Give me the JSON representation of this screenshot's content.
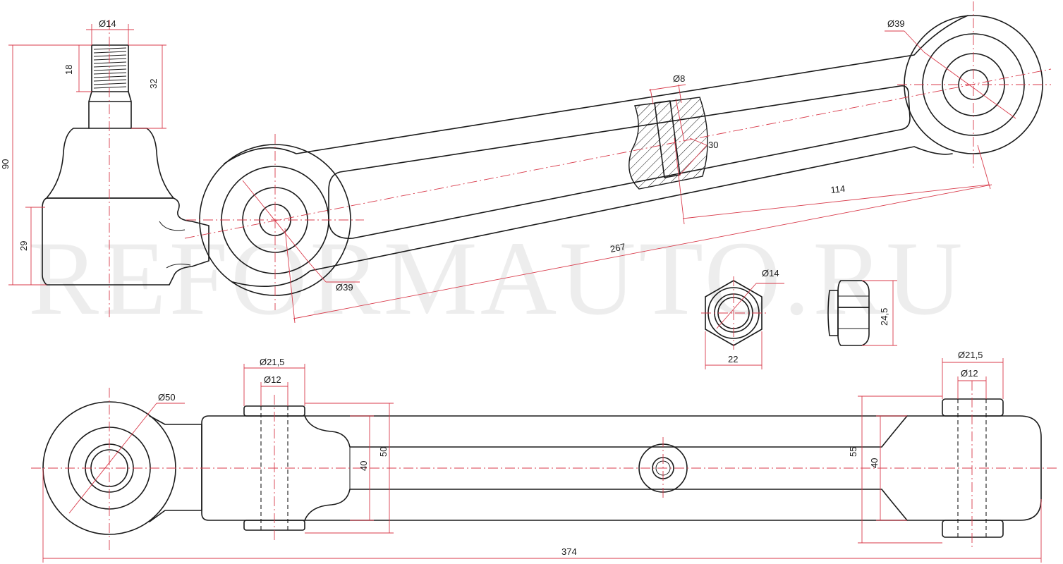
{
  "watermark": "REFORMAUTO.RU",
  "colors": {
    "outline": "#1a1a1a",
    "dimension": "#d83a4a",
    "background": "#ffffff"
  },
  "dimensions": {
    "stud_diameter": "Ø14",
    "thread_length": "18",
    "stud_height": "32",
    "total_height": "90",
    "housing_height": "29",
    "bushing_left_diameter": "Ø39",
    "bushing_right_diameter": "Ø39",
    "hole_diameter": "Ø8",
    "section_width": "30",
    "hole_to_bushing": "114",
    "arm_length": "267",
    "nut_hole_diameter": "Ø14",
    "nut_width": "22",
    "nut_height": "24,5",
    "eye_diameter": "Ø50",
    "mid_outer_diameter": "Ø21,5",
    "mid_inner_diameter": "Ø12",
    "mid_inner_height": "40",
    "mid_outer_height": "50",
    "end_outer_diameter": "Ø21,5",
    "end_inner_diameter": "Ø12",
    "end_outer_height": "55",
    "end_inner_height": "40",
    "overall_length": "374"
  }
}
